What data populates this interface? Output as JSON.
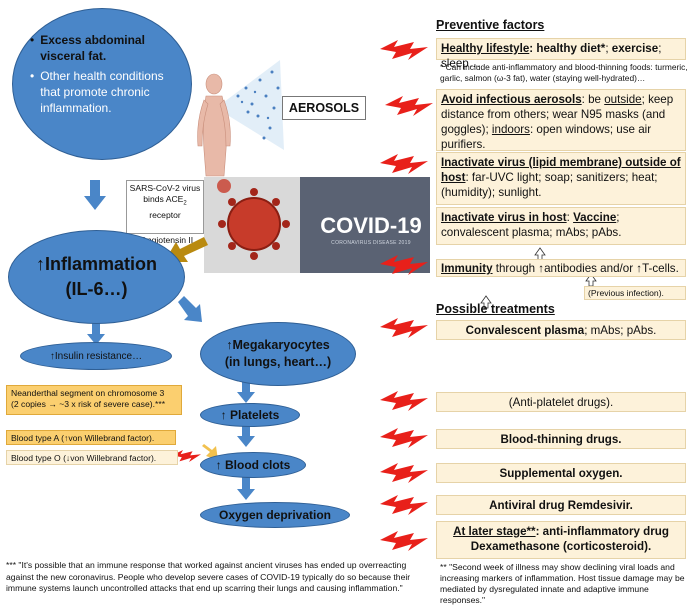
{
  "left_cluster": {
    "bullet1": "Excess abdominal visceral fat.",
    "bullet2": "Other health conditions that promote chronic inflammation."
  },
  "aerosols": {
    "label": "AEROSOLS"
  },
  "sars_box": {
    "line1": "SARS-CoV-2 virus",
    "line2": "binds ACE",
    "sub": "2",
    "line2b": " receptor",
    "angiotensin": "↑Angiotensin II"
  },
  "covid_image": {
    "title": "COVID-19",
    "subtitle": "CORONAVIRUS DISEASE 2019"
  },
  "flow": {
    "inflammation": "↑Inflammation",
    "il6": "(IL-6…)",
    "insulin": "↑Insulin resistance…",
    "megakaryocytes": "↑Megakaryocytes",
    "megakaryocytes_sub": "(in lungs, heart…)",
    "platelets": "↑ Platelets",
    "clots": "↑ Blood clots",
    "oxygen": "Oxygen deprivation"
  },
  "risk_factors": {
    "neanderthal_line1": "Neanderthal segment on chromosome 3",
    "neanderthal_line2": "(2 copies → ~3 x risk of severe case).***",
    "type_a": "Blood type A (↑von Willebrand factor).",
    "type_o": "Blood type O (↓von Willebrand factor)."
  },
  "preventive": {
    "header": "Preventive factors",
    "lifestyle_bold": "Healthy lifestyle",
    "lifestyle_rest_bold": ": healthy diet*",
    "lifestyle_rest": "; ",
    "lifestyle_ex": "exercise",
    "lifestyle_end": "; sleep…",
    "footnote_star": "* Can include anti-inflammatory and blood-thinning foods: turmeric, garlic, salmon (ω-3 fat), water (staying well-hydrated)…",
    "aerosol_bold": "Avoid infectious aerosols",
    "aerosol_mid": ": be ",
    "aerosol_outside": "outside",
    "aerosol_rest": "; keep distance from others; wear N95 masks (and goggles); ",
    "aerosol_indoors": "indoors",
    "aerosol_end": ": open windows; use air purifiers.",
    "inactivate_bold": "Inactivate virus (lipid membrane) outside of host",
    "inactivate_rest": ": far-UVC light; soap; sanitizers; heat; (humidity); sunlight.",
    "vaccine_bold1": "Inactivate virus in host",
    "vaccine_mid": ": ",
    "vaccine_bold2": "Vaccine",
    "vaccine_rest": "; convalescent plasma; mAbs; pAbs.",
    "immunity_bold": "Immunity",
    "immunity_rest": " through ↑antibodies and/or ↑T-cells.",
    "previous": "(Previous infection)."
  },
  "treatments": {
    "header": "Possible treatments",
    "plasma_bold": "Convalescent plasma",
    "plasma_rest": "; mAbs; pAbs.",
    "antiplatelet": "(Anti-platelet drugs).",
    "thinning": "Blood-thinning drugs.",
    "oxygen": "Supplemental oxygen.",
    "antiviral": "Antiviral drug Remdesivir.",
    "later_bold": "At later stage**",
    "later_rest": ": anti-inflammatory drug",
    "dexa": "Dexamethasone (corticosteroid).",
    "footnote_dstar": "** \"Second week of illness may show declining viral loads and increasing markers of inflammation. Host tissue damage may be mediated by dysregulated innate and adaptive immune responses.\""
  },
  "bottom_quote": "*** \"It's possible that an immune response that worked against ancient viruses has ended up overreacting against the new coronavirus. People who develop severe cases of COVID-19 typically do so because their immune systems launch uncontrolled attacks that end up scarring their lungs and causing inflammation.\"",
  "colors": {
    "ellipse": "#4a86c8",
    "box": "#fdf2da",
    "orange": "#fbcf6f",
    "bolt": "#e8201a",
    "arrow_brown": "#b98a10"
  }
}
